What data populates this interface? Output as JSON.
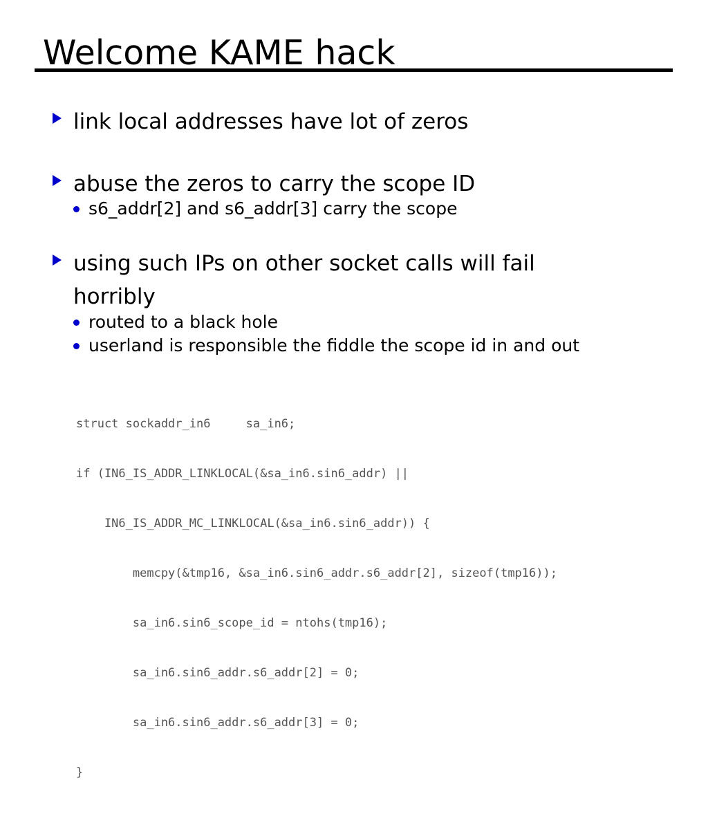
{
  "slide": {
    "title": "Welcome KAME hack",
    "background_color": "#ffffff",
    "text_color": "#000000",
    "bullet_color": "#0000cc",
    "code_color": "#555555",
    "bullets": [
      {
        "level": 1,
        "marker": "triangle-bullet-icon",
        "text": "link local addresses have lot of zeros"
      },
      {
        "level": 1,
        "marker": "triangle-bullet-icon",
        "text": "abuse the zeros to carry the scope ID"
      },
      {
        "level": 2,
        "marker": "dot-bullet-icon",
        "text": "s6_addr[2] and s6_addr[3] carry the scope"
      },
      {
        "level": 1,
        "marker": "triangle-bullet-icon",
        "text": "using such IPs on other socket calls will fail horribly"
      },
      {
        "level": 2,
        "marker": "dot-bullet-icon",
        "text": "routed to a black hole"
      },
      {
        "level": 2,
        "marker": "dot-bullet-icon",
        "text": "userland is responsible the fiddle the scope id in and out"
      }
    ],
    "code": {
      "language": "c",
      "lines": [
        "struct sockaddr_in6     sa_in6;",
        "if (IN6_IS_ADDR_LINKLOCAL(&sa_in6.sin6_addr) ||",
        "    IN6_IS_ADDR_MC_LINKLOCAL(&sa_in6.sin6_addr)) {",
        "        memcpy(&tmp16, &sa_in6.sin6_addr.s6_addr[2], sizeof(tmp16));",
        "        sa_in6.sin6_scope_id = ntohs(tmp16);",
        "        sa_in6.sin6_addr.s6_addr[2] = 0;",
        "        sa_in6.sin6_addr.s6_addr[3] = 0;",
        "}"
      ]
    }
  }
}
